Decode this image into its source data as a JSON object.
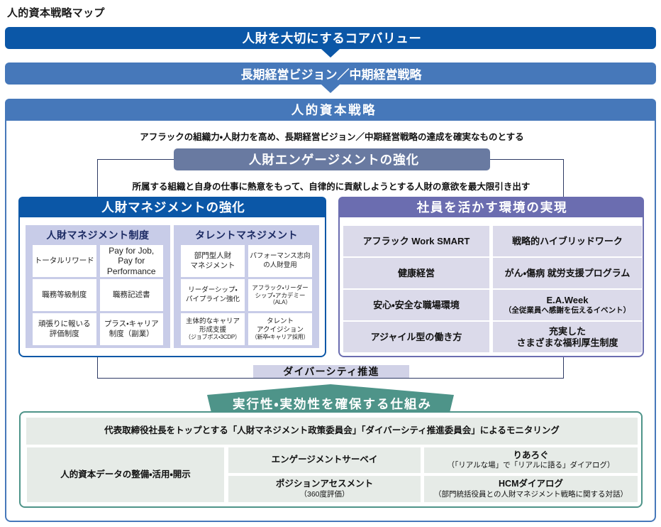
{
  "page_title": "人的資本戦略マップ",
  "flow": {
    "core_value": "人財を大切にするコアバリュー",
    "vision": "長期経営ビジョン／中期経営戦略"
  },
  "strategy": {
    "header": "人的資本戦略",
    "subtitle": "アフラックの組織力・人財力を高め、長期経営ビジョン／中期経営戦略の達成を確実なものとする"
  },
  "engagement": {
    "header": "人財エンゲージメントの強化",
    "subtitle": "所属する組織と自身の仕事に熱意をもって、自律的に貢献しようとする人財の意欲を最大限引き出す"
  },
  "management": {
    "header": "人財マネジメントの強化",
    "panels": [
      {
        "title": "人財マネジメント制度",
        "cells": [
          "トータルリワード",
          "Pay for Job,\nPay for\nPerformance",
          "職務等級制度",
          "職務記述書",
          "頑張りに報いる\n評価制度",
          "プラス・キャリア\n制度（副業）"
        ]
      },
      {
        "title": "タレントマネジメント",
        "cells": [
          {
            "main": "部門型人財\nマネジメント",
            "sub": ""
          },
          {
            "main": "パフォーマンス志向\nの人財登用",
            "sub": ""
          },
          {
            "main": "リーダーシップ・\nパイプライン強化",
            "sub": ""
          },
          {
            "main": "アフラック・リーダー\nシップ・アカデミー",
            "sub": "（ALA）"
          },
          {
            "main": "主体的なキャリア\n形成支援",
            "sub": "（ジョブポス・3CDP）"
          },
          {
            "main": "タレント\nアクイジション",
            "sub": "（新卒・キャリア採用）"
          }
        ]
      }
    ]
  },
  "environment": {
    "header": "社員を活かす環境の実現",
    "cells": [
      {
        "main": "アフラック Work SMART",
        "sub": ""
      },
      {
        "main": "戦略的ハイブリッドワーク",
        "sub": ""
      },
      {
        "main": "健康経営",
        "sub": ""
      },
      {
        "main": "がん・傷病 就労支援プログラム",
        "sub": ""
      },
      {
        "main": "安心・安全な職場環境",
        "sub": ""
      },
      {
        "main": "E.A.Week",
        "sub": "（全従業員へ感謝を伝えるイベント）"
      },
      {
        "main": "アジャイル型の働き方",
        "sub": ""
      },
      {
        "main": "充実した\nさまざまな福利厚生制度",
        "sub": ""
      }
    ]
  },
  "diversity": {
    "label": "ダイバーシティ推進"
  },
  "framework": {
    "banner": "実行性・実効性を確保する仕組み",
    "monitoring": "代表取締役社長をトップとする「人財マネジメント政策委員会」「ダイバーシティ推進委員会」によるモニタリング",
    "data_cell": "人的資本データの整備・活用・開示",
    "survey": {
      "main": "エンゲージメントサーベイ",
      "sub": ""
    },
    "realog": {
      "main": "りあろぐ",
      "sub": "（「リアルな場」で「リアルに語る」ダイアログ）"
    },
    "position": {
      "main": "ポジションアセスメント",
      "sub": "（360度評価）"
    },
    "hcm": {
      "main": "HCMダイアログ",
      "sub": "（部門統括役員との人財マネジメント戦略に関する対話）"
    }
  },
  "colors": {
    "dark_blue": "#0b57a7",
    "mid_blue": "#4678ba",
    "slate_blue": "#697aa1",
    "navy_border": "#2d3a64",
    "periwinkle_panel": "#c8cce8",
    "lavender_cell": "#dbdaea",
    "purple": "#6b6db0",
    "diversity_bg": "#d1d2e7",
    "teal": "#4e9489",
    "mint_cell": "#e6ebe7"
  }
}
